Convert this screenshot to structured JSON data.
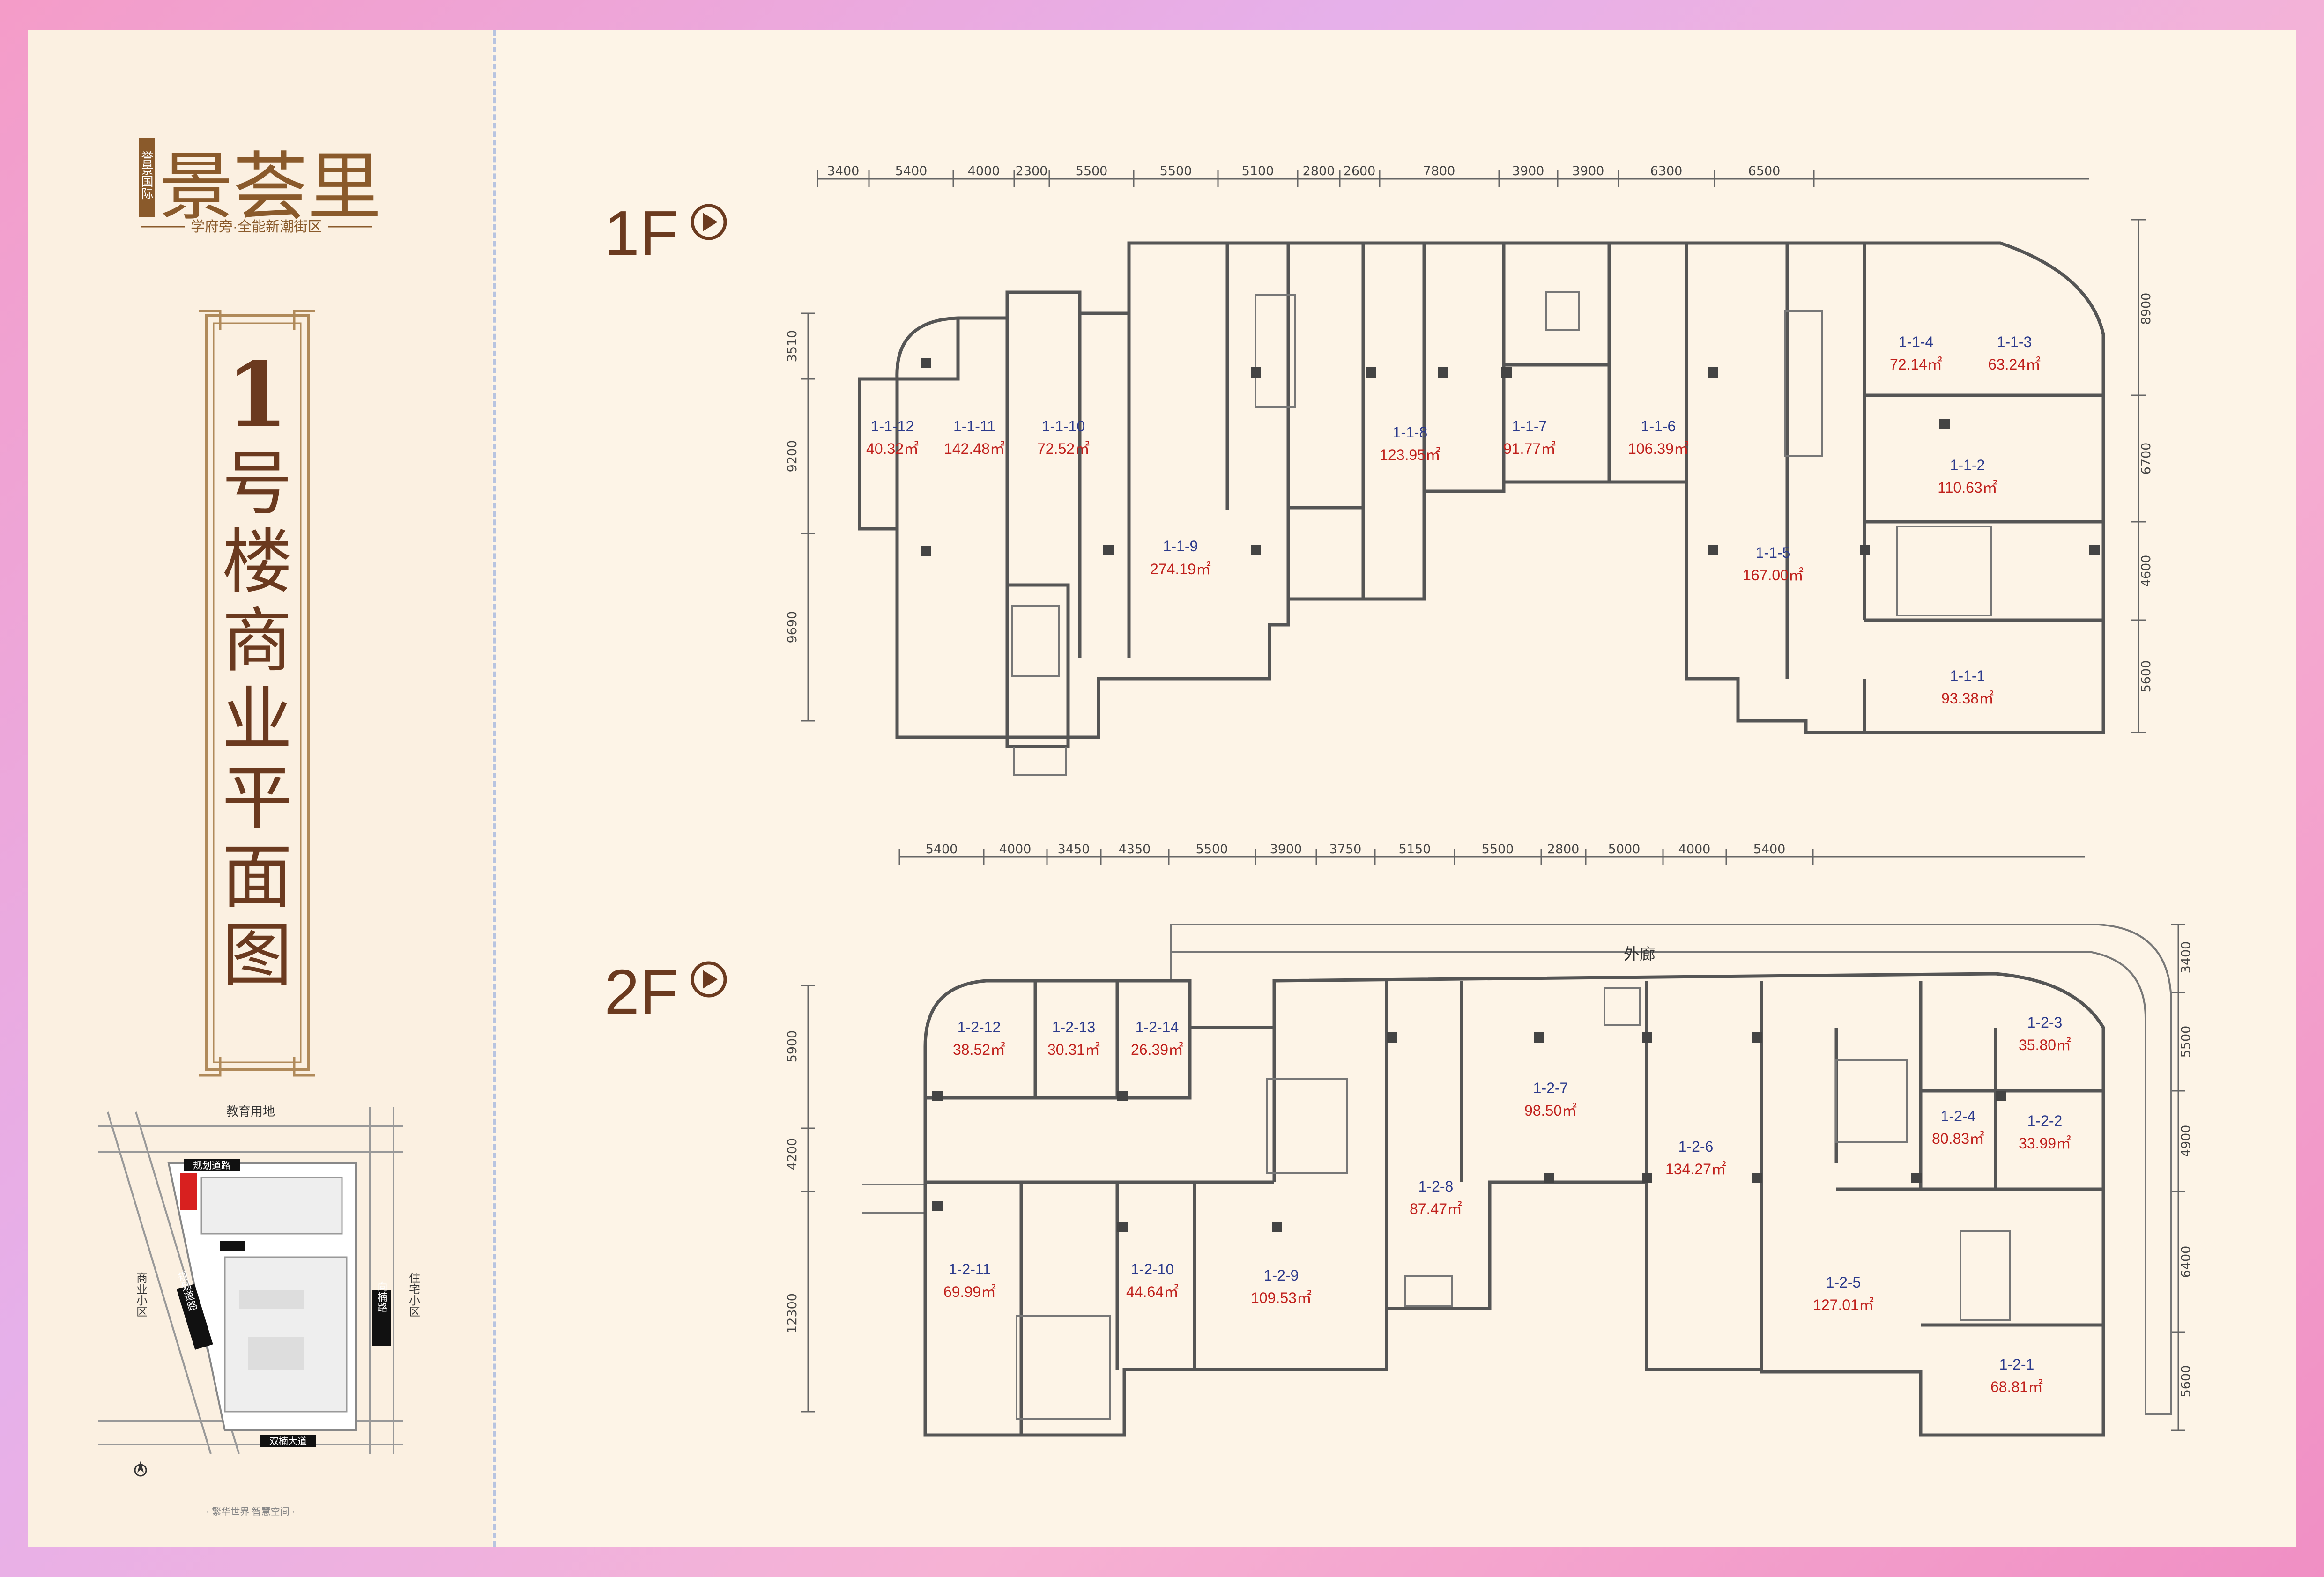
{
  "brand": {
    "small_name": "誉景国际",
    "name": "景荟里",
    "slogan": "学府旁·全能新潮街区"
  },
  "title": {
    "line1": "1",
    "chars": [
      "号",
      "楼",
      "商",
      "业",
      "平",
      "面",
      "图"
    ]
  },
  "site_map": {
    "top_label": "教育用地",
    "road_top": "规划道路",
    "road_diag": "规划道路",
    "road_right": "向楠路",
    "left_area": "商业小区",
    "right_area": "住宅小区",
    "road_bottom": "双楠大道",
    "footer": "· 繁华世界  智慧空间 ·"
  },
  "floor1": {
    "label": "1F",
    "top_dims": [
      "3400",
      "5400",
      "4000",
      "2300",
      "5500",
      "5500",
      "5100",
      "2800",
      "2600",
      "7800",
      "3900",
      "3900",
      "6300",
      "6500"
    ],
    "left_dims": [
      "3510",
      "9200",
      "9690"
    ],
    "right_dims": [
      "8900",
      "6700",
      "4600",
      "5600"
    ],
    "units": [
      {
        "name": "1-1-12",
        "area": "40.32㎡"
      },
      {
        "name": "1-1-11",
        "area": "142.48㎡"
      },
      {
        "name": "1-1-10",
        "area": "72.52㎡"
      },
      {
        "name": "1-1-9",
        "area": "274.19㎡"
      },
      {
        "name": "1-1-8",
        "area": "123.95㎡"
      },
      {
        "name": "1-1-7",
        "area": "91.77㎡"
      },
      {
        "name": "1-1-6",
        "area": "106.39㎡"
      },
      {
        "name": "1-1-5",
        "area": "167.00㎡"
      },
      {
        "name": "1-1-4",
        "area": "72.14㎡"
      },
      {
        "name": "1-1-3",
        "area": "63.24㎡"
      },
      {
        "name": "1-1-2",
        "area": "110.63㎡"
      },
      {
        "name": "1-1-1",
        "area": "93.38㎡"
      }
    ]
  },
  "floor2": {
    "label": "2F",
    "corridor": "外廊",
    "top_dims": [
      "5400",
      "4000",
      "3450",
      "4350",
      "5500",
      "3900",
      "3750",
      "5150",
      "5500",
      "2800",
      "5000",
      "4000",
      "5400"
    ],
    "left_dims": [
      "5900",
      "4200",
      "12300"
    ],
    "right_dims": [
      "3400",
      "5500",
      "4900",
      "6400",
      "5600"
    ],
    "units": [
      {
        "name": "1-2-12",
        "area": "38.52㎡"
      },
      {
        "name": "1-2-13",
        "area": "30.31㎡"
      },
      {
        "name": "1-2-14",
        "area": "26.39㎡"
      },
      {
        "name": "1-2-11",
        "area": "69.99㎡"
      },
      {
        "name": "1-2-10",
        "area": "44.64㎡"
      },
      {
        "name": "1-2-9",
        "area": "109.53㎡"
      },
      {
        "name": "1-2-8",
        "area": "87.47㎡"
      },
      {
        "name": "1-2-7",
        "area": "98.50㎡"
      },
      {
        "name": "1-2-6",
        "area": "134.27㎡"
      },
      {
        "name": "1-2-5",
        "area": "127.01㎡"
      },
      {
        "name": "1-2-4",
        "area": "80.83㎡"
      },
      {
        "name": "1-2-3",
        "area": "35.80㎡"
      },
      {
        "name": "1-2-2",
        "area": "33.99㎡"
      },
      {
        "name": "1-2-1",
        "area": "68.81㎡"
      }
    ]
  }
}
